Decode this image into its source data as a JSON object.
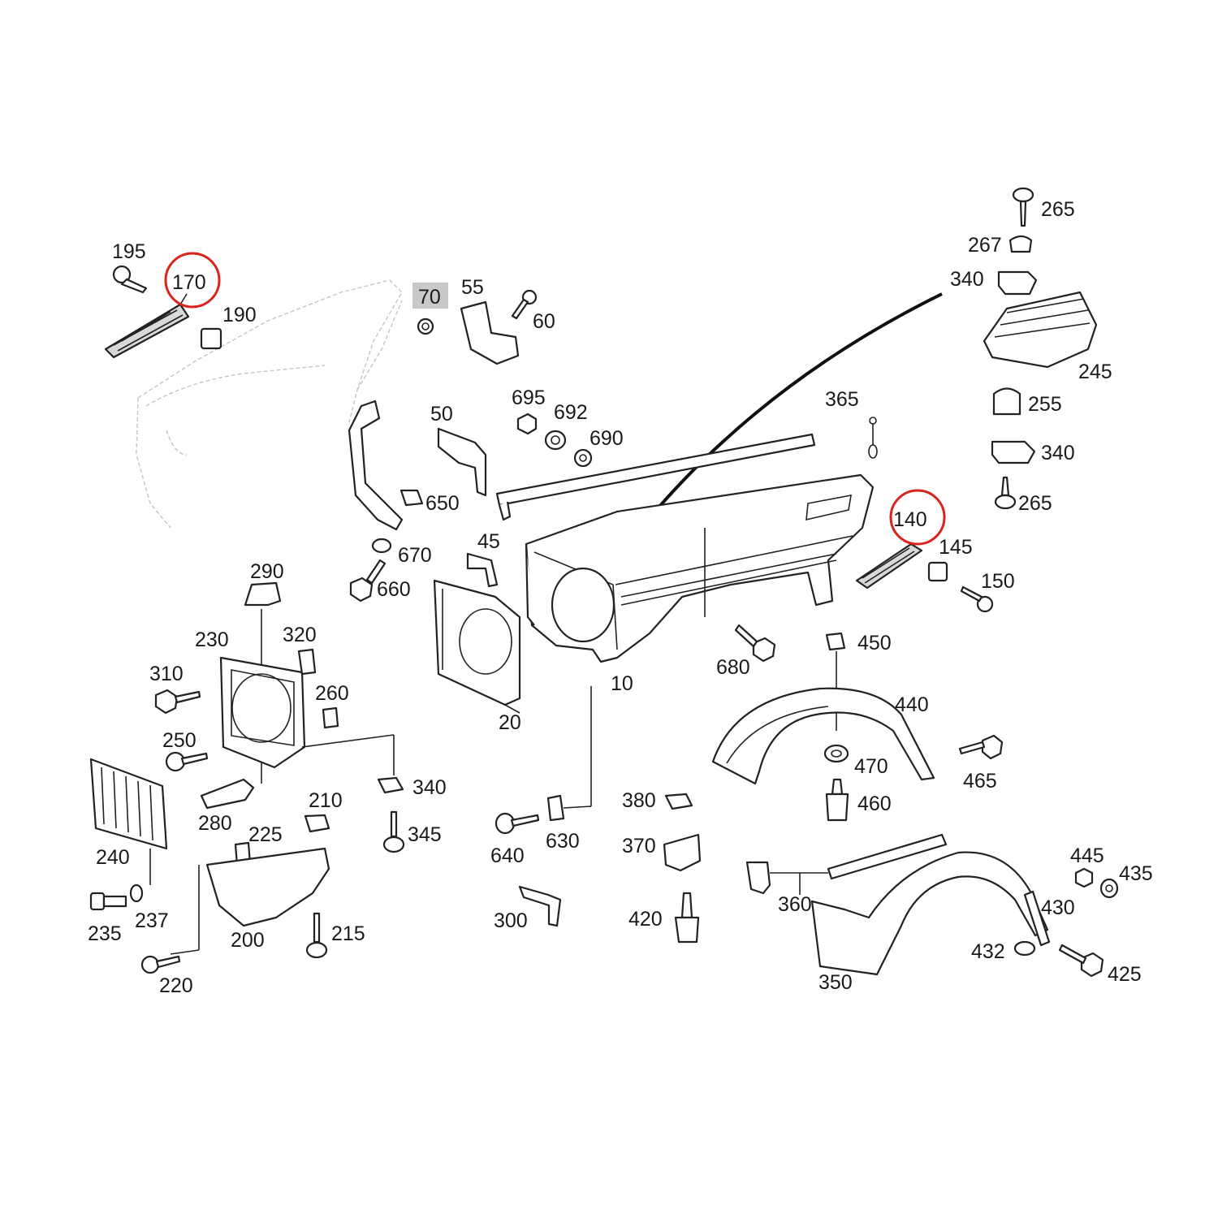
{
  "diagram": {
    "callouts": [
      {
        "id": "195",
        "label": "195"
      },
      {
        "id": "170",
        "label": "170",
        "highlighted": true
      },
      {
        "id": "190",
        "label": "190"
      },
      {
        "id": "70",
        "label": "70",
        "shaded": true
      },
      {
        "id": "55",
        "label": "55"
      },
      {
        "id": "60",
        "label": "60"
      },
      {
        "id": "695",
        "label": "695"
      },
      {
        "id": "692",
        "label": "692"
      },
      {
        "id": "690",
        "label": "690"
      },
      {
        "id": "50",
        "label": "50"
      },
      {
        "id": "650",
        "label": "650"
      },
      {
        "id": "365",
        "label": "365"
      },
      {
        "id": "265a",
        "label": "265"
      },
      {
        "id": "267",
        "label": "267"
      },
      {
        "id": "340a",
        "label": "340"
      },
      {
        "id": "245",
        "label": "245"
      },
      {
        "id": "255",
        "label": "255"
      },
      {
        "id": "340b",
        "label": "340"
      },
      {
        "id": "265b",
        "label": "265"
      },
      {
        "id": "140",
        "label": "140",
        "highlighted": true
      },
      {
        "id": "145",
        "label": "145"
      },
      {
        "id": "150",
        "label": "150"
      },
      {
        "id": "670",
        "label": "670"
      },
      {
        "id": "660",
        "label": "660"
      },
      {
        "id": "45",
        "label": "45"
      },
      {
        "id": "290",
        "label": "290"
      },
      {
        "id": "230",
        "label": "230"
      },
      {
        "id": "320",
        "label": "320"
      },
      {
        "id": "310",
        "label": "310"
      },
      {
        "id": "260",
        "label": "260"
      },
      {
        "id": "680",
        "label": "680"
      },
      {
        "id": "10",
        "label": "10"
      },
      {
        "id": "20",
        "label": "20"
      },
      {
        "id": "450",
        "label": "450"
      },
      {
        "id": "440",
        "label": "440"
      },
      {
        "id": "250",
        "label": "250"
      },
      {
        "id": "340c",
        "label": "340"
      },
      {
        "id": "470",
        "label": "470"
      },
      {
        "id": "465",
        "label": "465"
      },
      {
        "id": "460",
        "label": "460"
      },
      {
        "id": "210",
        "label": "210"
      },
      {
        "id": "280",
        "label": "280"
      },
      {
        "id": "225",
        "label": "225"
      },
      {
        "id": "345",
        "label": "345"
      },
      {
        "id": "380",
        "label": "380"
      },
      {
        "id": "630",
        "label": "630"
      },
      {
        "id": "640",
        "label": "640"
      },
      {
        "id": "370",
        "label": "370"
      },
      {
        "id": "240",
        "label": "240"
      },
      {
        "id": "445",
        "label": "445"
      },
      {
        "id": "435",
        "label": "435"
      },
      {
        "id": "360",
        "label": "360"
      },
      {
        "id": "430",
        "label": "430"
      },
      {
        "id": "237",
        "label": "237"
      },
      {
        "id": "235",
        "label": "235"
      },
      {
        "id": "300",
        "label": "300"
      },
      {
        "id": "420",
        "label": "420"
      },
      {
        "id": "200",
        "label": "200"
      },
      {
        "id": "215",
        "label": "215"
      },
      {
        "id": "432",
        "label": "432"
      },
      {
        "id": "425",
        "label": "425"
      },
      {
        "id": "350",
        "label": "350"
      },
      {
        "id": "220",
        "label": "220"
      }
    ]
  }
}
